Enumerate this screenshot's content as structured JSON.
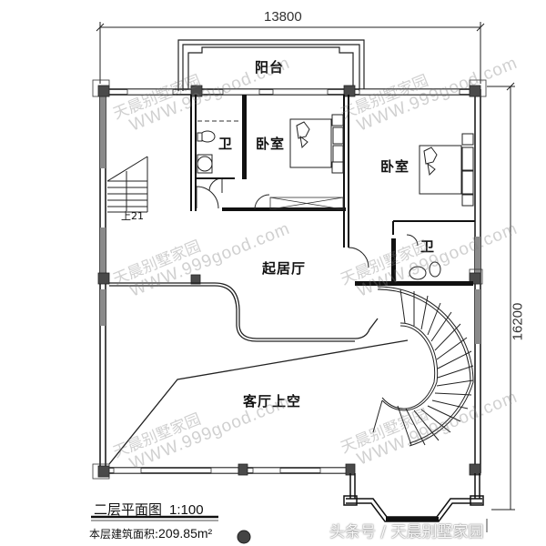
{
  "drawing": {
    "title": "二层平面图",
    "scale": "1:100",
    "area_label": "本层建筑面积:",
    "area_value": "209.85m²",
    "colors": {
      "line": "#111111",
      "wall_fill": "#1a1a1a",
      "column_fill": "#555555",
      "window_fill": "#888888",
      "watermark": "#9a9a9a"
    }
  },
  "dimensions": {
    "width": "13800",
    "height": "16200"
  },
  "rooms": [
    {
      "id": "balcony",
      "label": "阳台"
    },
    {
      "id": "bathroom-1",
      "label": "卫"
    },
    {
      "id": "bedroom-1",
      "label": "卧室"
    },
    {
      "id": "bedroom-2",
      "label": "卧室"
    },
    {
      "id": "bathroom-2",
      "label": "卫"
    },
    {
      "id": "family-room",
      "label": "起居厅"
    },
    {
      "id": "living-void",
      "label": "客厅上空"
    }
  ],
  "stair": {
    "label": "上21"
  },
  "watermarks": {
    "brand": "天晨别墅家园",
    "url": "WWW.999good.com",
    "footer": "头条号 / 天晨别墅家园"
  }
}
